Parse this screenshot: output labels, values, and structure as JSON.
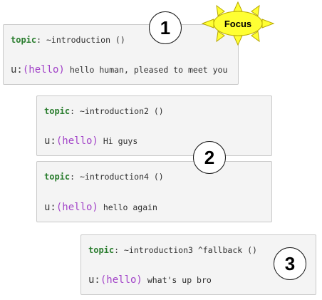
{
  "colors": {
    "keyword": "#2a7d2e",
    "pattern": "#a243c8",
    "box_bg": "#f4f4f4",
    "box_border": "#c9c9c9",
    "focus_fill": "#ffff33",
    "focus_stroke": "#b8a800"
  },
  "focus": {
    "label": "Focus",
    "icon": "sun-burst-icon"
  },
  "topics": [
    {
      "keyword": "topic",
      "colon": ":",
      "name": "~introduction ()",
      "rule_prefix": "u:",
      "pattern": "(hello)",
      "response": "hello human, pleased to meet you"
    },
    {
      "keyword": "topic",
      "colon": ":",
      "name": "~introduction2 ()",
      "rule_prefix": "u:",
      "pattern": "(hello)",
      "response": "Hi guys"
    },
    {
      "keyword": "topic",
      "colon": ":",
      "name": "~introduction4 ()",
      "rule_prefix": "u:",
      "pattern": "(hello)",
      "response": "hello again"
    },
    {
      "keyword": "topic",
      "colon": ":",
      "name": "~introduction3 ^fallback ()",
      "rule_prefix": "u:",
      "pattern": "(hello)",
      "response": "what's up bro"
    }
  ],
  "markers": [
    "1",
    "2",
    "3"
  ]
}
